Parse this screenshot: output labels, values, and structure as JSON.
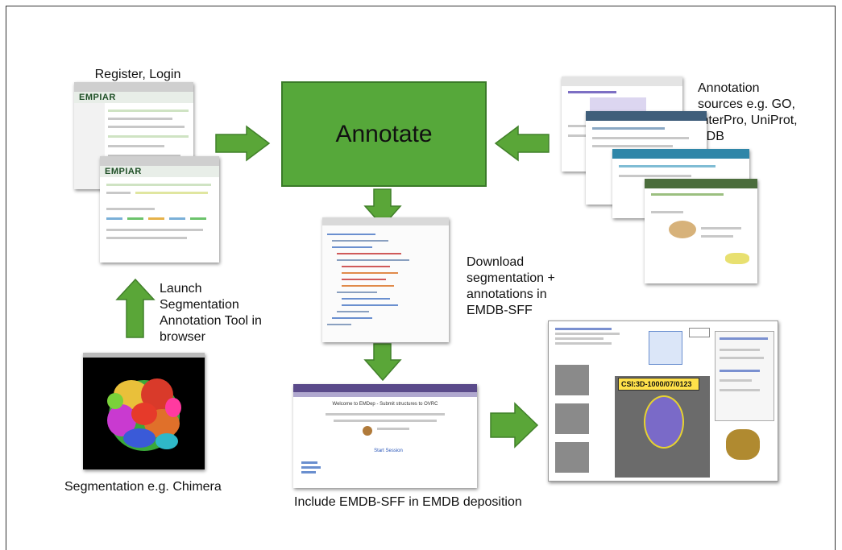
{
  "diagram": {
    "center_label": "Annotate",
    "register_label": "Register, Login",
    "sources_label_lines": [
      "Annotation",
      "sources e.g. GO,",
      "InterPro, UniProt,",
      "PDB"
    ],
    "launch_label_lines": [
      "Launch",
      "Segmentation",
      "Annotation Tool in",
      "browser"
    ],
    "download_label_lines": [
      "Download",
      "segmentation +",
      "annotations in",
      "EMDB-SFF"
    ],
    "segmentation_label": "Segmentation e.g. Chimera",
    "deposition_label": "Include EMDB-SFF in EMDB deposition"
  },
  "screens": {
    "empiar_logo": "EMPIAR",
    "deposition_title": "Welcome to EMDep - Submit structures to OVRC",
    "start_label": "Start Session",
    "csi_label": "CSI:3D-1000/07/0123"
  },
  "colors": {
    "arrow": "#5aa638",
    "box": "#56a83a"
  },
  "icons": [
    "right-arrow-icon",
    "left-arrow-icon",
    "down-arrow-icon",
    "up-arrow-icon"
  ]
}
